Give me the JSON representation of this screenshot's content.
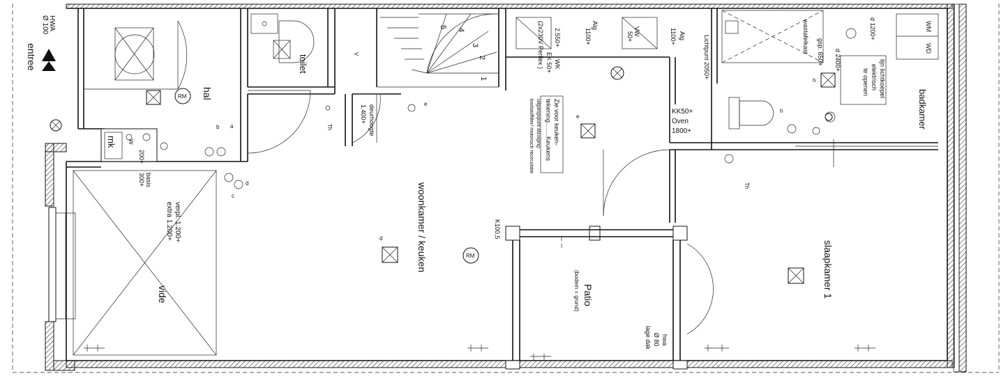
{
  "rooms": {
    "entree": "entree",
    "hal": "hal",
    "toilet": "toilet",
    "woonkamer": "woonkamer / keuken",
    "vide": "vide",
    "patio": "Patio",
    "patio_note": "(bodem = grond)",
    "slaapkamer": "slaapkamer 1",
    "badkamer": "badkamer",
    "mk": "mk"
  },
  "labels": {
    "hwa_top": "HWA",
    "hwa_top_dia": "Ø 100",
    "rm": "RM",
    "deurhoogte_1": "deurhoogte",
    "deurhoogte_2": "1.400+",
    "th": "Th",
    "stair_steps": [
      "1",
      "2",
      "3",
      "4",
      "5"
    ],
    "v": "V",
    "w": "W",
    "e": "e",
    "d": "d",
    "c": "c",
    "b": "b",
    "a": "a",
    "h": "h",
    "wk_line1": "2.550+",
    "wk_line2": "(2x230V Perilex )",
    "wk_line3": "EK 50+",
    "wk_tag": "WK",
    "alg1_a": "Alg",
    "alg1_b": "1100+",
    "vw_a": "VW",
    "vw_b": "50+",
    "alg2_a": "Alg",
    "alg2_b": "1100+",
    "lichtpunt": "Lichtpunt 2050+",
    "wasmdrk": "wastafelkast",
    "d120": "d 1200+",
    "d2400": "d 2400+",
    "gsp": "gsp. 650+",
    "wm": "WM",
    "wd": "WD",
    "lichtkoepel_1": "lijn lichtkoepel",
    "lichtkoepel_2": "elektrisch",
    "lichtkoepel_3": "te openen",
    "kk": "KK50+",
    "oven_a": "Oven",
    "oven_b": "1800+",
    "keuken_1": "Zie voor keuken-",
    "keuken_2": "tekening........Keukens",
    "keuken_3": "uitgangspunt afzuiging:",
    "keuken_4": "koolstoffilter/ motorisch recirculatie",
    "basis_a": "basis",
    "basis_b": "300+",
    "v200": "200+",
    "verpl_1": "verpl. 1.200+",
    "verpl_2": "extra 1.200+",
    "k": "K100,5",
    "hwa_low": "hwa",
    "hwa_low_dia": "Ø 80",
    "lage_dak": "lage dak"
  }
}
